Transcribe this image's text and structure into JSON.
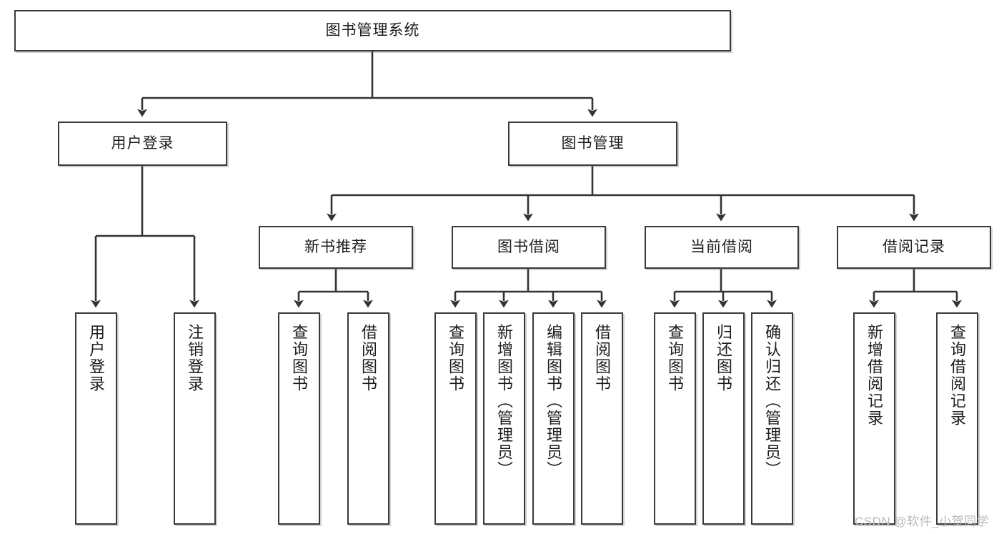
{
  "diagram": {
    "type": "tree-hierarchy-functional-decomposition",
    "title": "图书管理系统",
    "colors": {
      "box_border": "#3a3a3a",
      "box_fill": "#ffffff",
      "connector": "#333333",
      "text": "#1c1c1c",
      "watermark": "#b9b9b9",
      "background": "#ffffff"
    },
    "nodes": {
      "root": {
        "label": "图书管理系统"
      },
      "level2": [
        {
          "id": "user-login",
          "label": "用户登录"
        },
        {
          "id": "book-manage",
          "label": "图书管理"
        }
      ],
      "level3": [
        {
          "id": "new-book-recommend",
          "label": "新书推荐"
        },
        {
          "id": "book-borrow",
          "label": "图书借阅"
        },
        {
          "id": "current-borrow",
          "label": "当前借阅"
        },
        {
          "id": "borrow-record",
          "label": "借阅记录"
        }
      ],
      "leaves": {
        "user-login": [
          {
            "id": "leaf-user-login",
            "label": "用户登录"
          },
          {
            "id": "leaf-logout-login",
            "label": "注销登录"
          }
        ],
        "new-book-recommend": [
          {
            "id": "leaf-query-book-1",
            "label": "查询图书"
          },
          {
            "id": "leaf-borrow-book-1",
            "label": "借阅图书"
          }
        ],
        "book-borrow": [
          {
            "id": "leaf-query-book-2",
            "label": "查询图书"
          },
          {
            "id": "leaf-add-book-admin",
            "label": "新增图书（管理员）"
          },
          {
            "id": "leaf-edit-book-admin",
            "label": "编辑图书（管理员）"
          },
          {
            "id": "leaf-borrow-book-2",
            "label": "借阅图书"
          }
        ],
        "current-borrow": [
          {
            "id": "leaf-query-book-3",
            "label": "查询图书"
          },
          {
            "id": "leaf-return-book",
            "label": "归还图书"
          },
          {
            "id": "leaf-confirm-return-admin",
            "label": "确认归还（管理员）"
          }
        ],
        "borrow-record": [
          {
            "id": "leaf-add-borrow-record",
            "label": "新增借阅记录"
          },
          {
            "id": "leaf-query-borrow-record",
            "label": "查询借阅记录"
          }
        ]
      }
    },
    "watermark": "CSDN @软件_小贺同学"
  }
}
